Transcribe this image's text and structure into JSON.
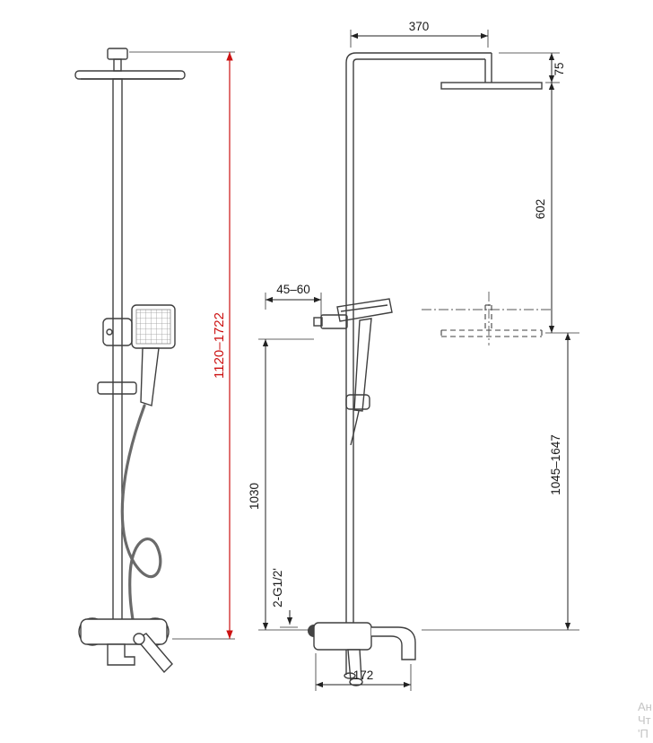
{
  "diagram": {
    "dims": {
      "top_width": "370",
      "head_offset": "75",
      "head_to_lower": "602",
      "wall_distance": "45–60",
      "height_range": "1120–1722",
      "handle_height": "1030",
      "column_range": "1045–1647",
      "thread": "2-G1/2'",
      "spout_reach": "172"
    },
    "watermark": [
      "Ан",
      "Чт",
      "'П"
    ]
  },
  "colors": {
    "line": "#3f3f3f",
    "dimension": "#222222",
    "accent_red": "#cc1111",
    "watermark": "#c4c4c4"
  }
}
